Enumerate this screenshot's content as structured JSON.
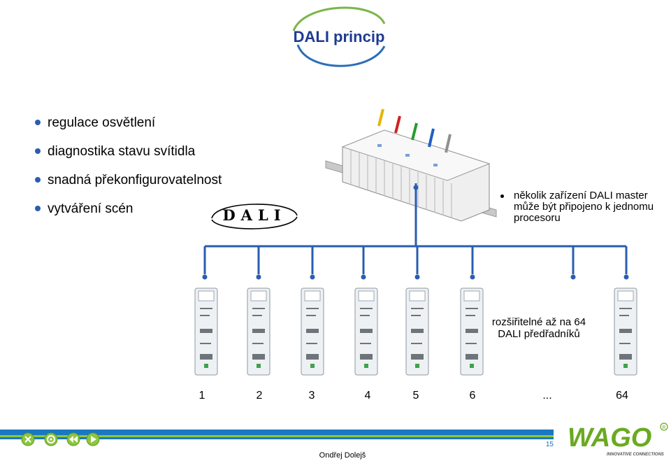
{
  "title": "DALI princip",
  "bullets": [
    "regulace osvětlení",
    "diagnostika stavu svítidla",
    "snadná překonfigurovatelnost",
    "vytváření scén"
  ],
  "logo_text": "DALI",
  "note_master": "několik zařízení DALI master může být připojeno k jednomu procesoru",
  "note_expand": "rozšiřitelné až na 64 DALI předřadníků",
  "device_numbers": [
    "1",
    "2",
    "3",
    "4",
    "5",
    "6",
    "...",
    "64"
  ],
  "footer": {
    "page_number": "15",
    "author": "Ondřej Dolejš",
    "brand": "WAGO",
    "brand_tagline": "INNOVATIVE CONNECTIONS"
  },
  "colors": {
    "title": "#1f3a93",
    "bullet": "#2a5db0",
    "bus": "#2a5db0",
    "footer_bar": "#1a78c2",
    "footer_accent": "#8dc63f",
    "brand_green": "#6aaa1f"
  },
  "icons": [
    "close-icon",
    "target-icon",
    "rewind-icon",
    "play-icon"
  ]
}
